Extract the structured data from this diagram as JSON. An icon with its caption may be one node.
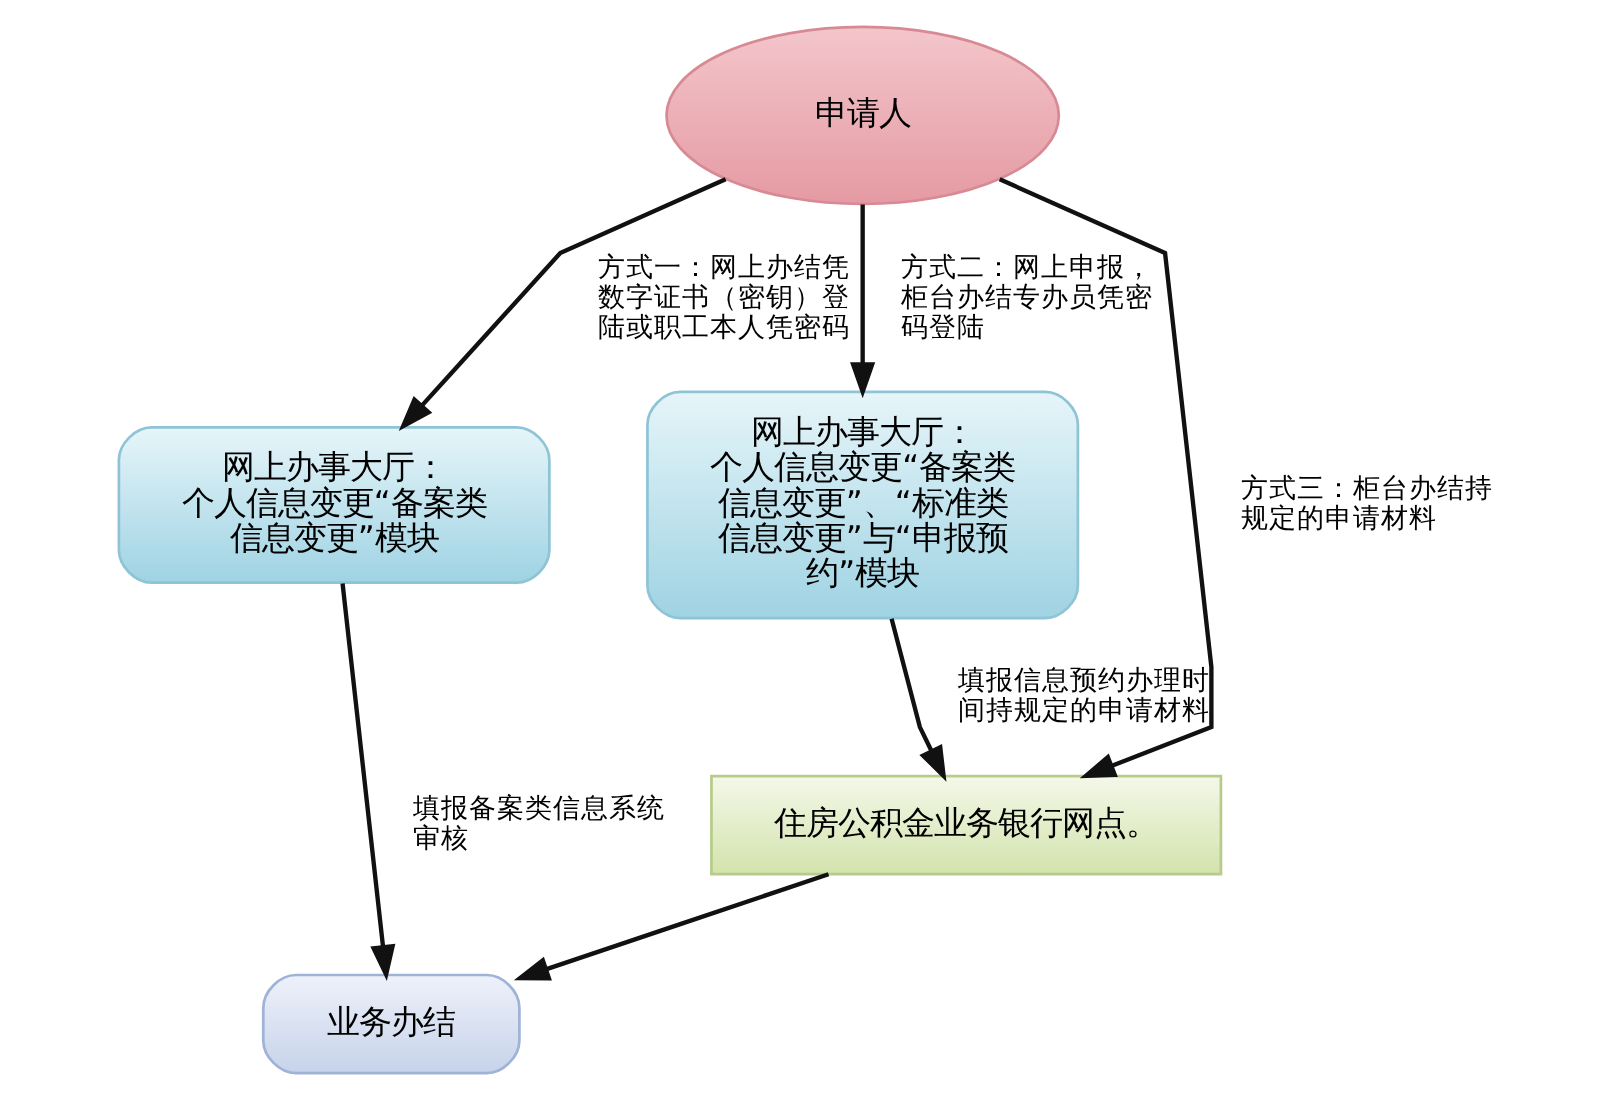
{
  "diagram": {
    "nodes": [
      {
        "text": [
          "申请人"
        ]
      },
      {
        "text": [
          "网上办事大厅：",
          "个人信息变更“备案类信息变更”模块"
        ]
      },
      {
        "text": [
          "网上办事大厅：",
          "个人信息变更“备案类信息变更”、“标准类信息变更”与“申报预约”模块"
        ]
      },
      {
        "text": [
          "住房公积金业务银行网点。"
        ]
      },
      {
        "text": [
          "业务办结"
        ]
      }
    ],
    "edges": [
      {
        "from": 0,
        "to": 1,
        "arrow": "to",
        "label": "方式一：网上办结凭数字证书（密钥）登陆或职工本人凭密码"
      },
      {
        "from": 0,
        "to": 2,
        "arrow": "to",
        "label": "方式二：网上申报，柜台办结专办员凭密码登陆"
      },
      {
        "from": 0,
        "to": 3,
        "arrow": "to",
        "label": "方式三：柜台办结持规定的申请材料"
      },
      {
        "from": 2,
        "to": 3,
        "arrow": "to",
        "label": "填报信息预约办理时间持规定的申请材料"
      },
      {
        "from": 1,
        "to": 4,
        "arrow": "to",
        "label": "填报备案类信息系统审核"
      },
      {
        "from": 3,
        "to": 4,
        "arrow": "to"
      }
    ]
  }
}
